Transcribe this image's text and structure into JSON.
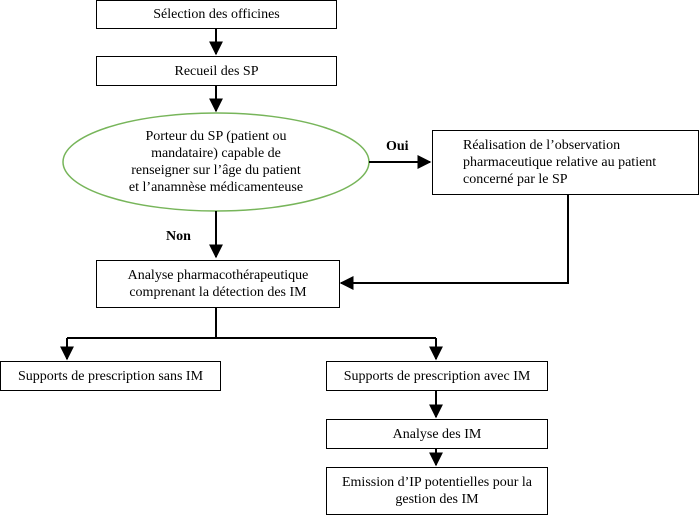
{
  "nodes": {
    "selection": "Sélection des officines",
    "recueil": "Recueil des SP",
    "decision_lines": [
      "Porteur du SP (patient ou",
      "mandataire) capable de",
      "renseigner sur l’âge du patient",
      "et l’anamnèse médicamenteuse"
    ],
    "realisation_lines": [
      "Réalisation de l’observation",
      "pharmaceutique relative au patient",
      "concerné par le SP"
    ],
    "analyse_pharmaco_lines": [
      "Analyse pharmacothérapeutique",
      "comprenant la détection des IM"
    ],
    "sans_im": "Supports de prescription sans IM",
    "avec_im": "Supports de prescription avec IM",
    "analyse_im": "Analyse des IM",
    "emission_lines": [
      "Emission d’IP potentielles pour la",
      "gestion des IM"
    ]
  },
  "edge_labels": {
    "oui": "Oui",
    "non": "Non"
  },
  "colors": {
    "decision_fill": "#ffffff",
    "decision_stroke": "#77b55a",
    "line": "#000000"
  }
}
